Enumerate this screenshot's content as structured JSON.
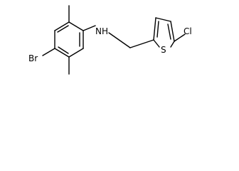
{
  "structure": {
    "atoms": {
      "bromine": "Br",
      "amine_n": "N",
      "amine_h": "H",
      "sulfur": "S",
      "chlorine": "Cl"
    }
  },
  "colors": {
    "ink": "#000000",
    "background": "#ffffff"
  }
}
